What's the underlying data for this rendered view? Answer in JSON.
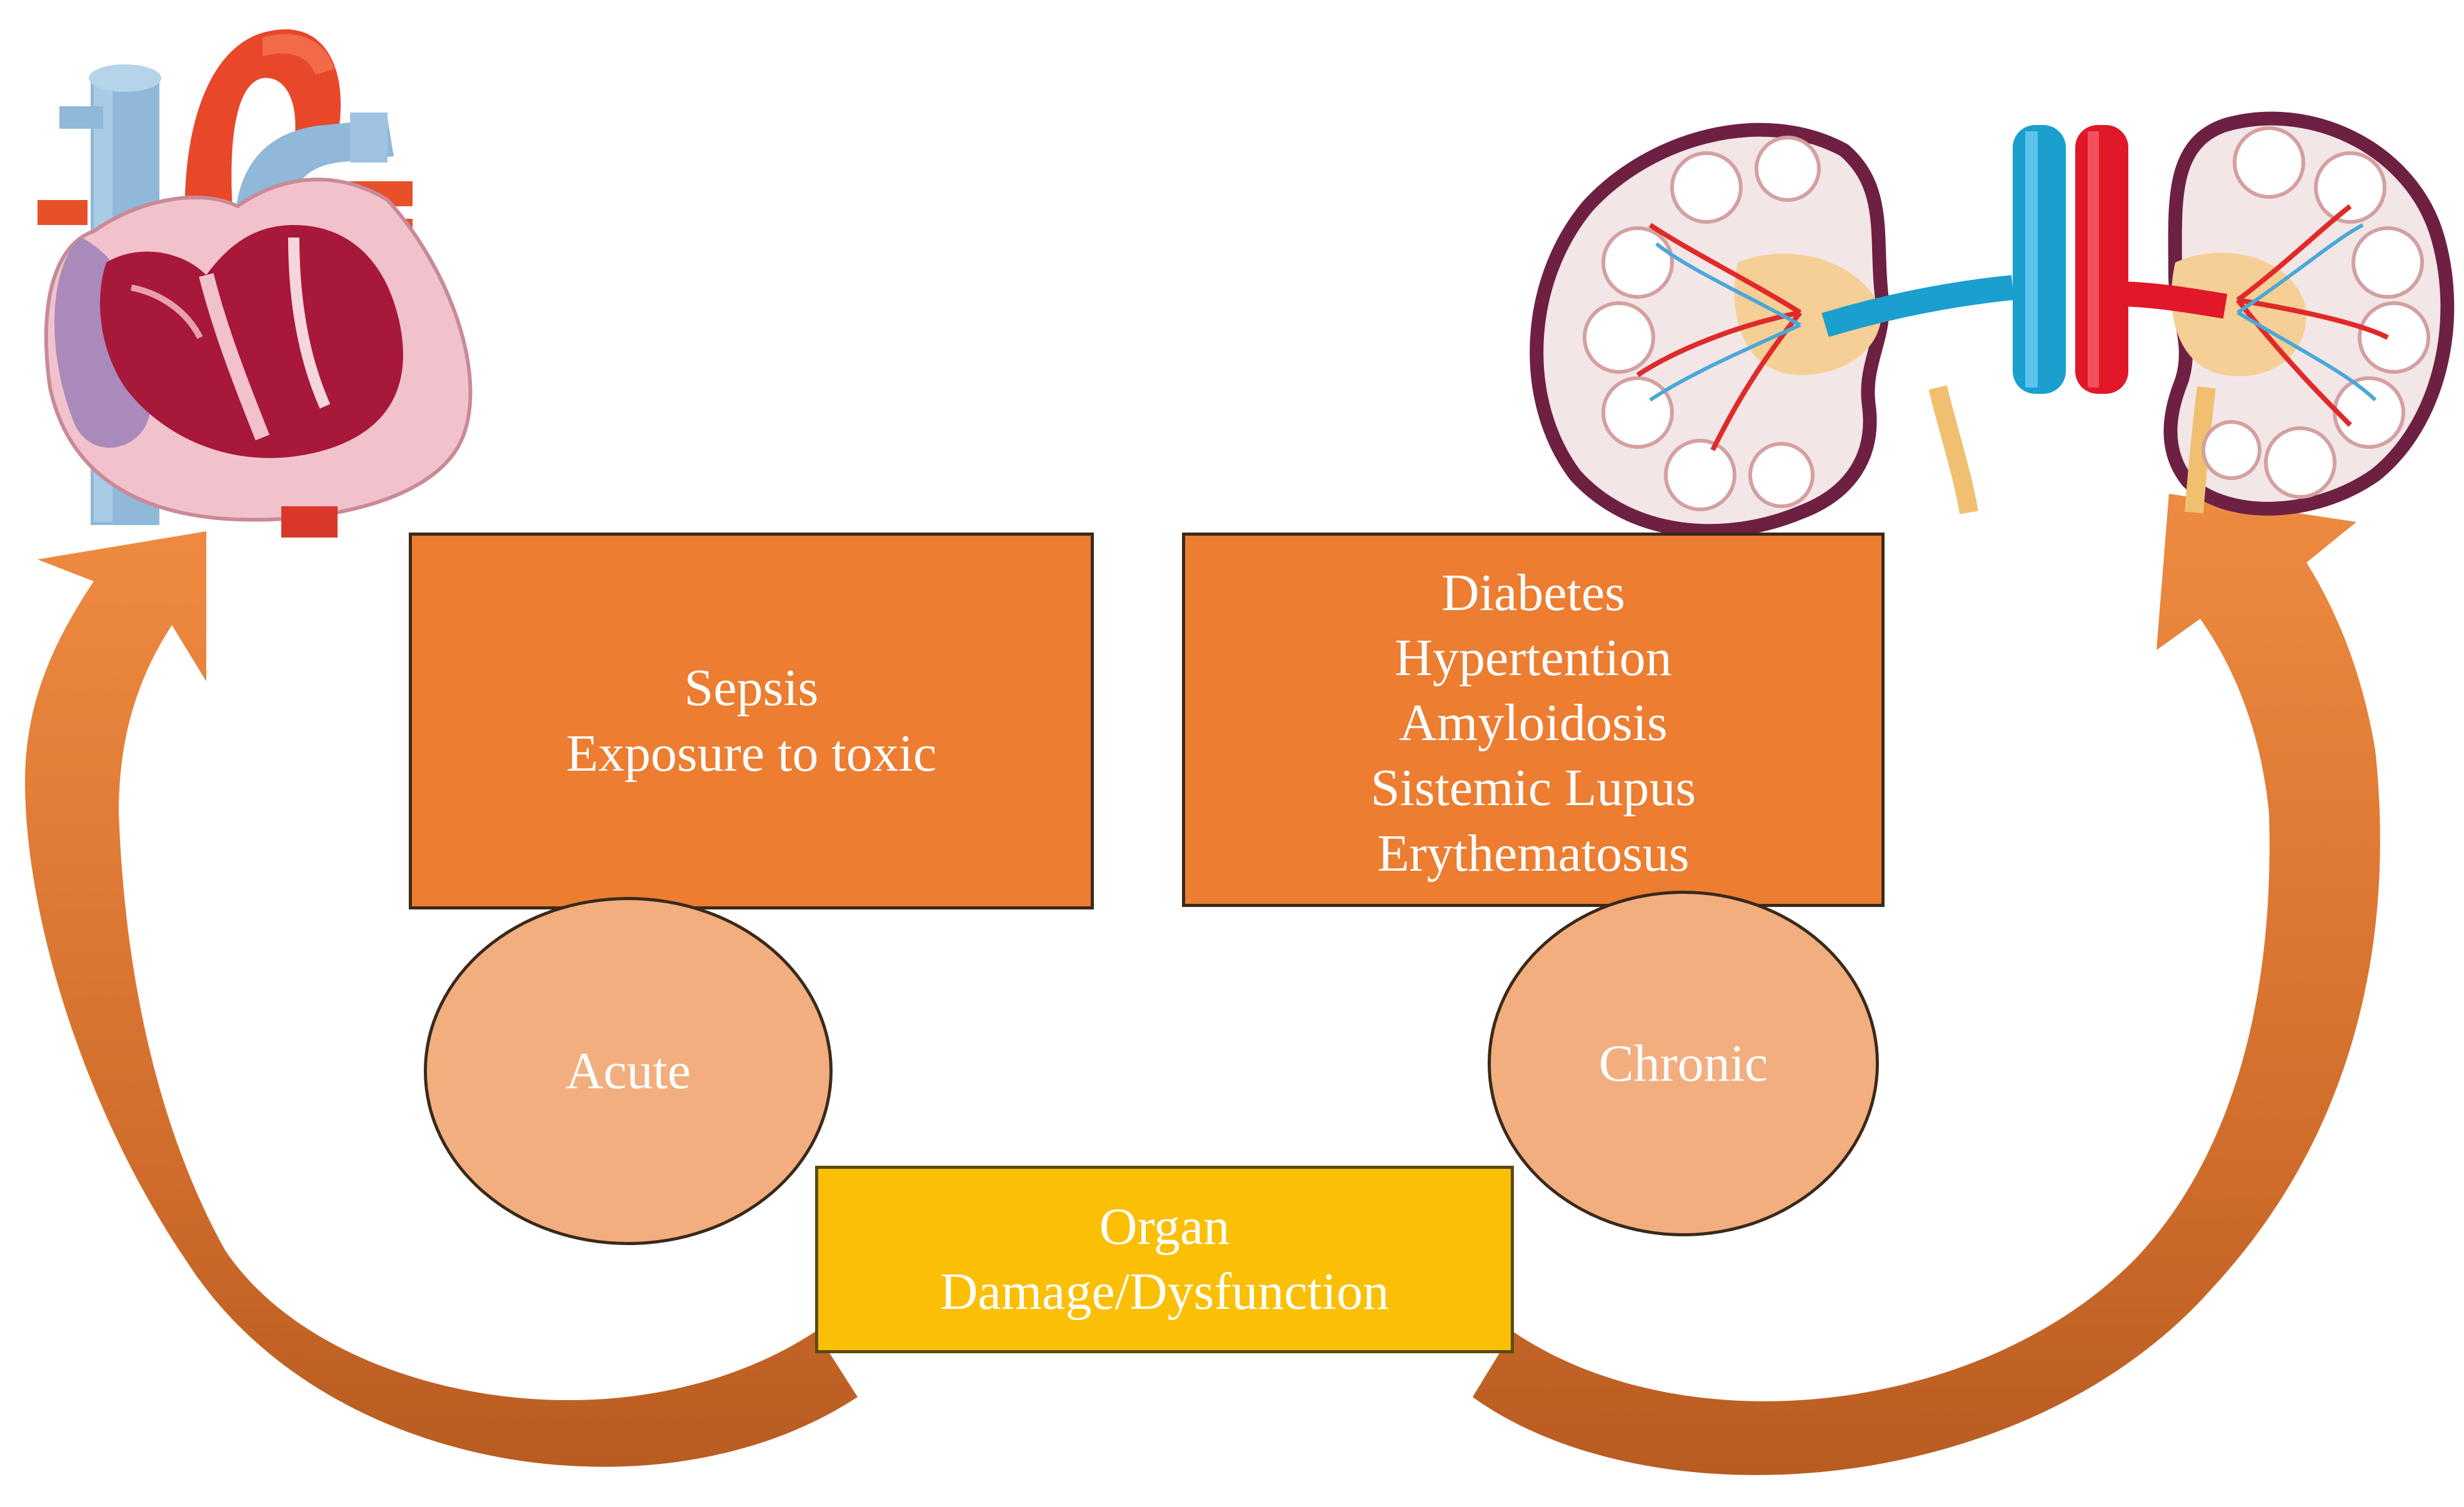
{
  "colors": {
    "arrow": "#e8823a",
    "arrow_dark": "#b85c22",
    "cause_box": "#ec7d31",
    "ellipse": "#f2ae7f",
    "organ_box": "#fbbf06",
    "outline": "#3a2a1a",
    "text": "#ffffff"
  },
  "icons": {
    "heart": "heart-icon",
    "kidneys": "kidneys-icon"
  },
  "acute_causes": {
    "lines": [
      "Sepsis",
      "Exposure to toxic"
    ]
  },
  "chronic_causes": {
    "lines": [
      "Diabetes",
      "Hypertention",
      "Amyloidosis",
      "Sistemic Lupus",
      "Erythematosus"
    ]
  },
  "acute_label": "Acute",
  "chronic_label": "Chronic",
  "organ": {
    "lines": [
      "Organ",
      "Damage/Dysfunction"
    ]
  }
}
